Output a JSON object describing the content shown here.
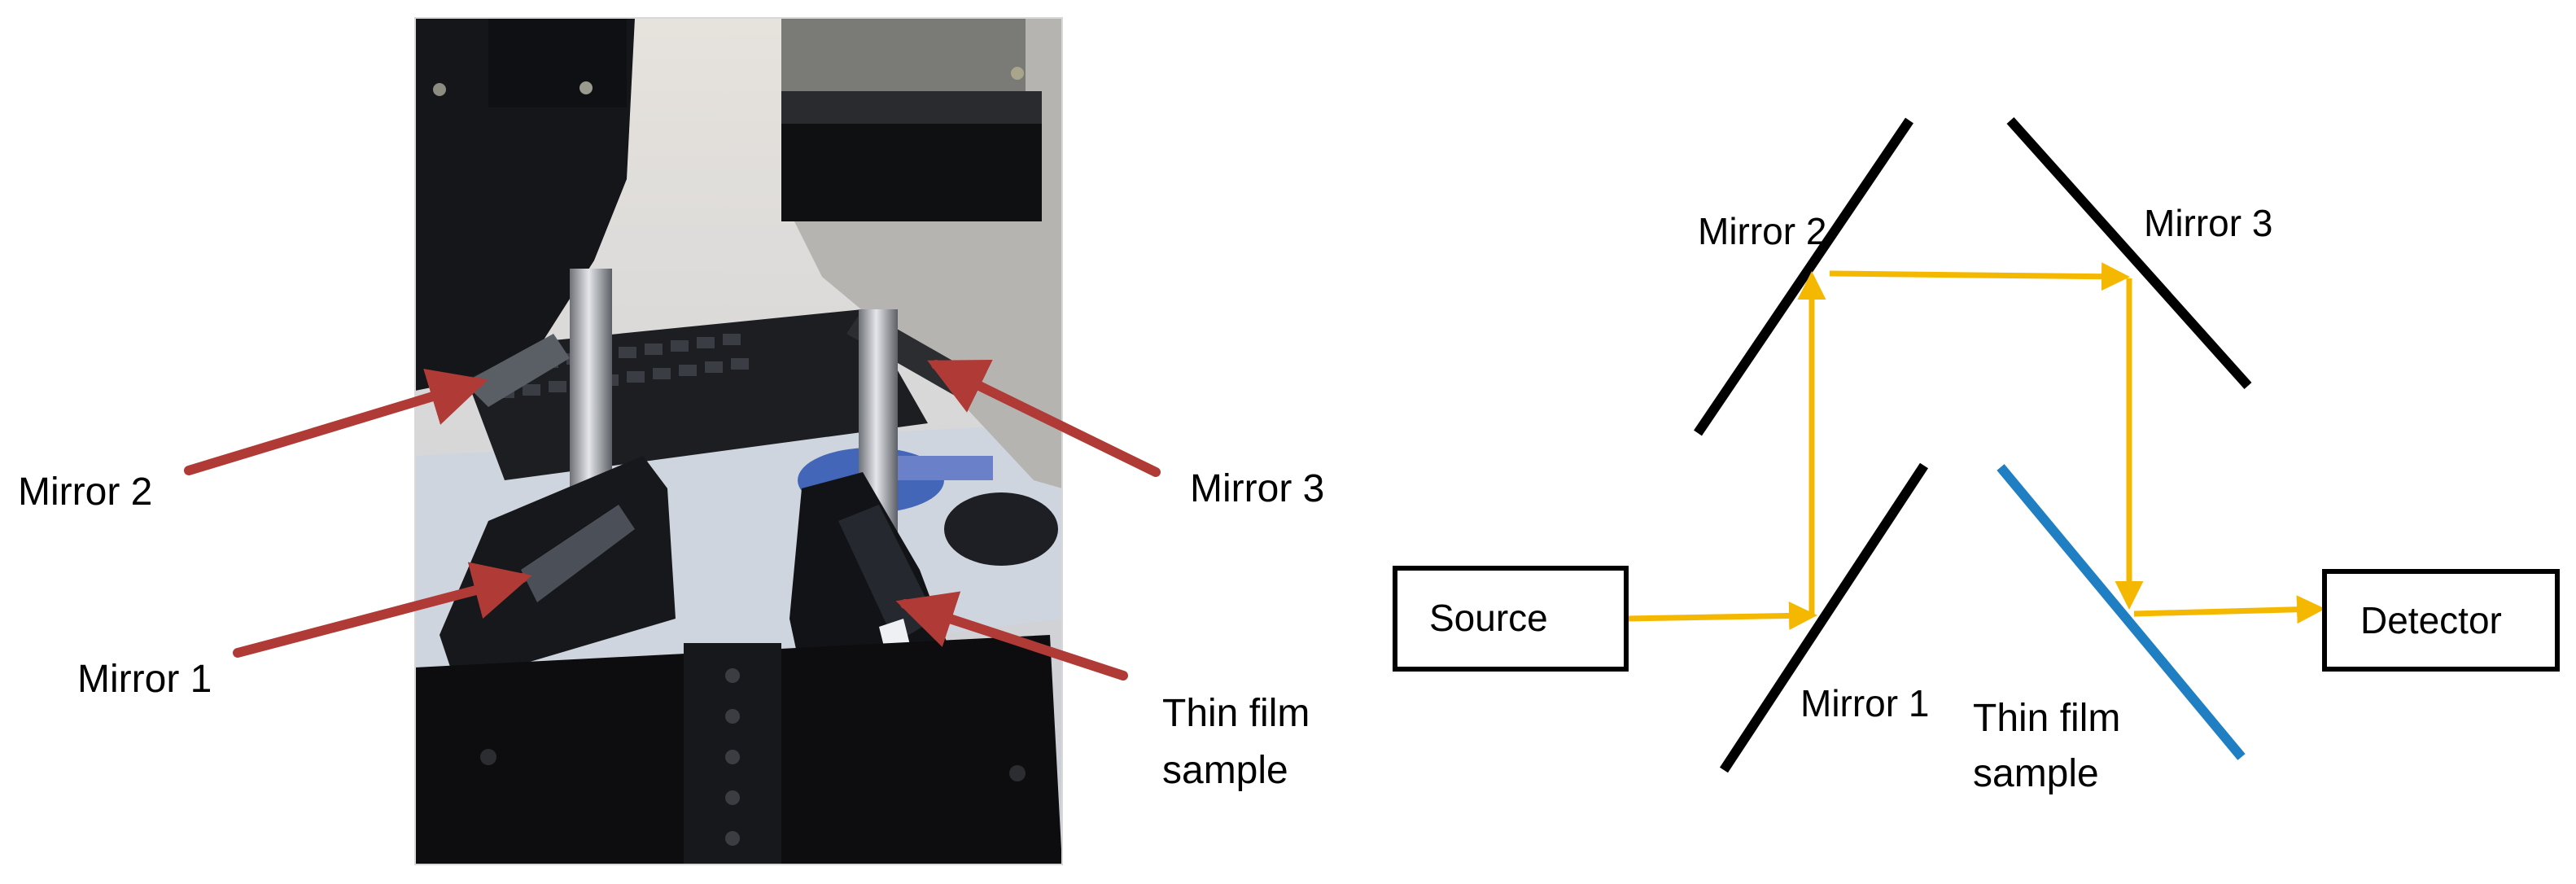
{
  "photo": {
    "labels": {
      "mirror2": "Mirror 2",
      "mirror3": "Mirror 3",
      "mirror1": "Mirror 1",
      "thin_film_line1": "Thin film",
      "thin_film_line2": "sample"
    },
    "colors": {
      "arrow": "#b03a36",
      "bench": "#0d0d10",
      "wall": "#d9d6d0",
      "table": "#c9cfd8",
      "mount": "#1a1a1d",
      "rod": "#b9bcc2",
      "upper_mount": "#b8b6b2"
    }
  },
  "diagram": {
    "source_label": "Source",
    "detector_label": "Detector",
    "mirror1_label": "Mirror 1",
    "mirror2_label": "Mirror 2",
    "mirror3_label": "Mirror 3",
    "thin_film_line1": "Thin film",
    "thin_film_line2": "sample",
    "colors": {
      "beam": "#f5b800",
      "mirror": "#000000",
      "sample": "#1f7fc2",
      "box_border": "#000000"
    }
  }
}
